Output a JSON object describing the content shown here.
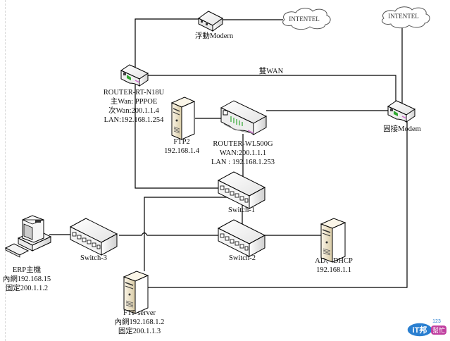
{
  "diagram": {
    "clouds": [
      {
        "id": "cloud-top",
        "label": "INTENTEL"
      },
      {
        "id": "cloud-right",
        "label": "INTENTEL"
      }
    ],
    "nodes": {
      "mobile_modem": {
        "lines": [
          "浮動Modern"
        ]
      },
      "router_n18u": {
        "lines": [
          "ROUTER-RT-N18U",
          "主Wan: PPPOE",
          "次Wan:200.1.1.4",
          "LAN:192.168.1.254"
        ]
      },
      "ftp2": {
        "lines": [
          "FTP2",
          "192.168.1.4"
        ]
      },
      "router_wl500g": {
        "lines": [
          "ROUTER-WL500G",
          "WAN:200.1.1.1",
          "LAN : 192.168.1.253"
        ]
      },
      "fixed_modem": {
        "lines": [
          "固接Modem"
        ]
      },
      "switch1": {
        "lines": [
          "Switch-1"
        ]
      },
      "switch2": {
        "lines": [
          "Switch-2"
        ]
      },
      "switch3": {
        "lines": [
          "Switch-3"
        ]
      },
      "erp_host": {
        "lines": [
          "ERP主機",
          "內網192.168.15",
          "固定200.1.1.2"
        ]
      },
      "ad_dhcp": {
        "lines": [
          "AD、DHCP",
          "192.168.1.1"
        ]
      },
      "ftp_server": {
        "lines": [
          "FTP server",
          "內網192.168.1.2",
          "固定200.1.1.3"
        ]
      }
    },
    "link_labels": {
      "dual_wan": "雙WAN"
    },
    "watermark": {
      "text": "iT邦幫忙",
      "sub": "123"
    },
    "colors": {
      "line": "#000000",
      "device_body": "#f2f2f2",
      "server_body": "#efe6cf",
      "led_green": "#2fa82f",
      "led_pink": "#d070d0"
    }
  }
}
